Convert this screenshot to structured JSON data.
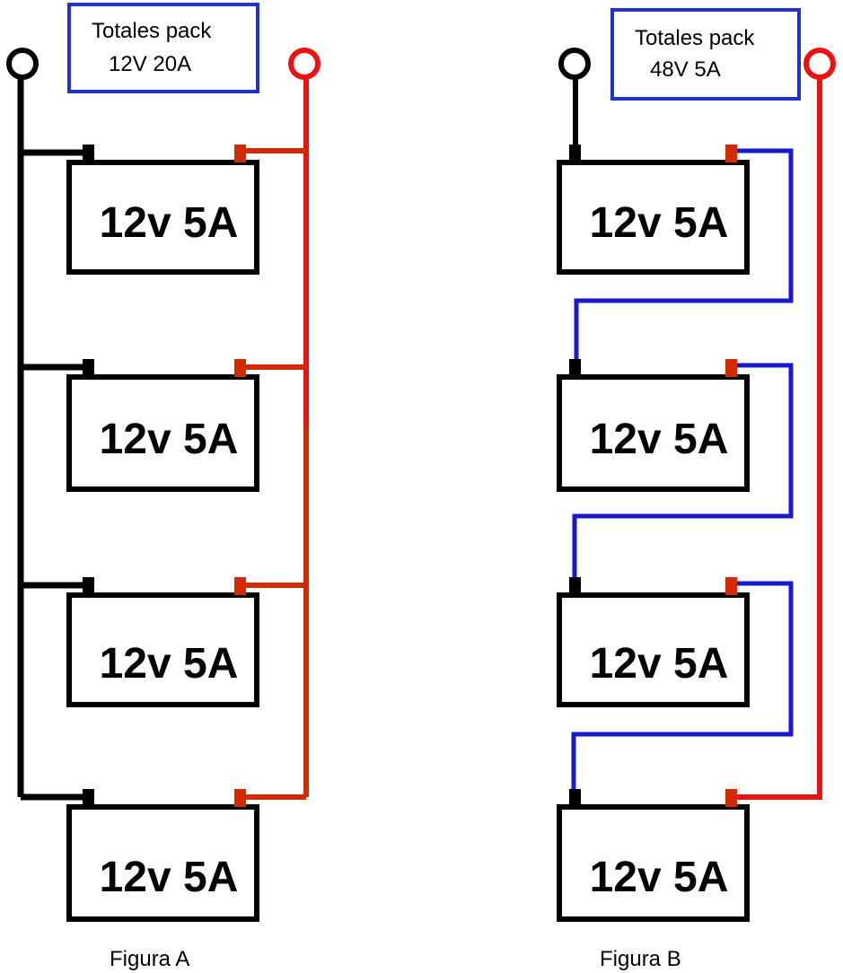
{
  "figure_a": {
    "caption": "Figura A",
    "pack_title": "Totales pack",
    "pack_value": "12V  20A",
    "cells": [
      "12v 5A",
      "12v 5A",
      "12v 5A",
      "12v 5A"
    ]
  },
  "figure_b": {
    "caption": "Figura B",
    "pack_title": "Totales pack",
    "pack_value": "48V  5A",
    "cells": [
      "12v 5A",
      "12v 5A",
      "12v 5A",
      "12v 5A"
    ]
  },
  "colors": {
    "negative": "#000000",
    "positive_lead": "#ee1111",
    "positive_bus": "#d42a00",
    "series_link": "#1a1acc",
    "pack_box": "#2233cc"
  }
}
